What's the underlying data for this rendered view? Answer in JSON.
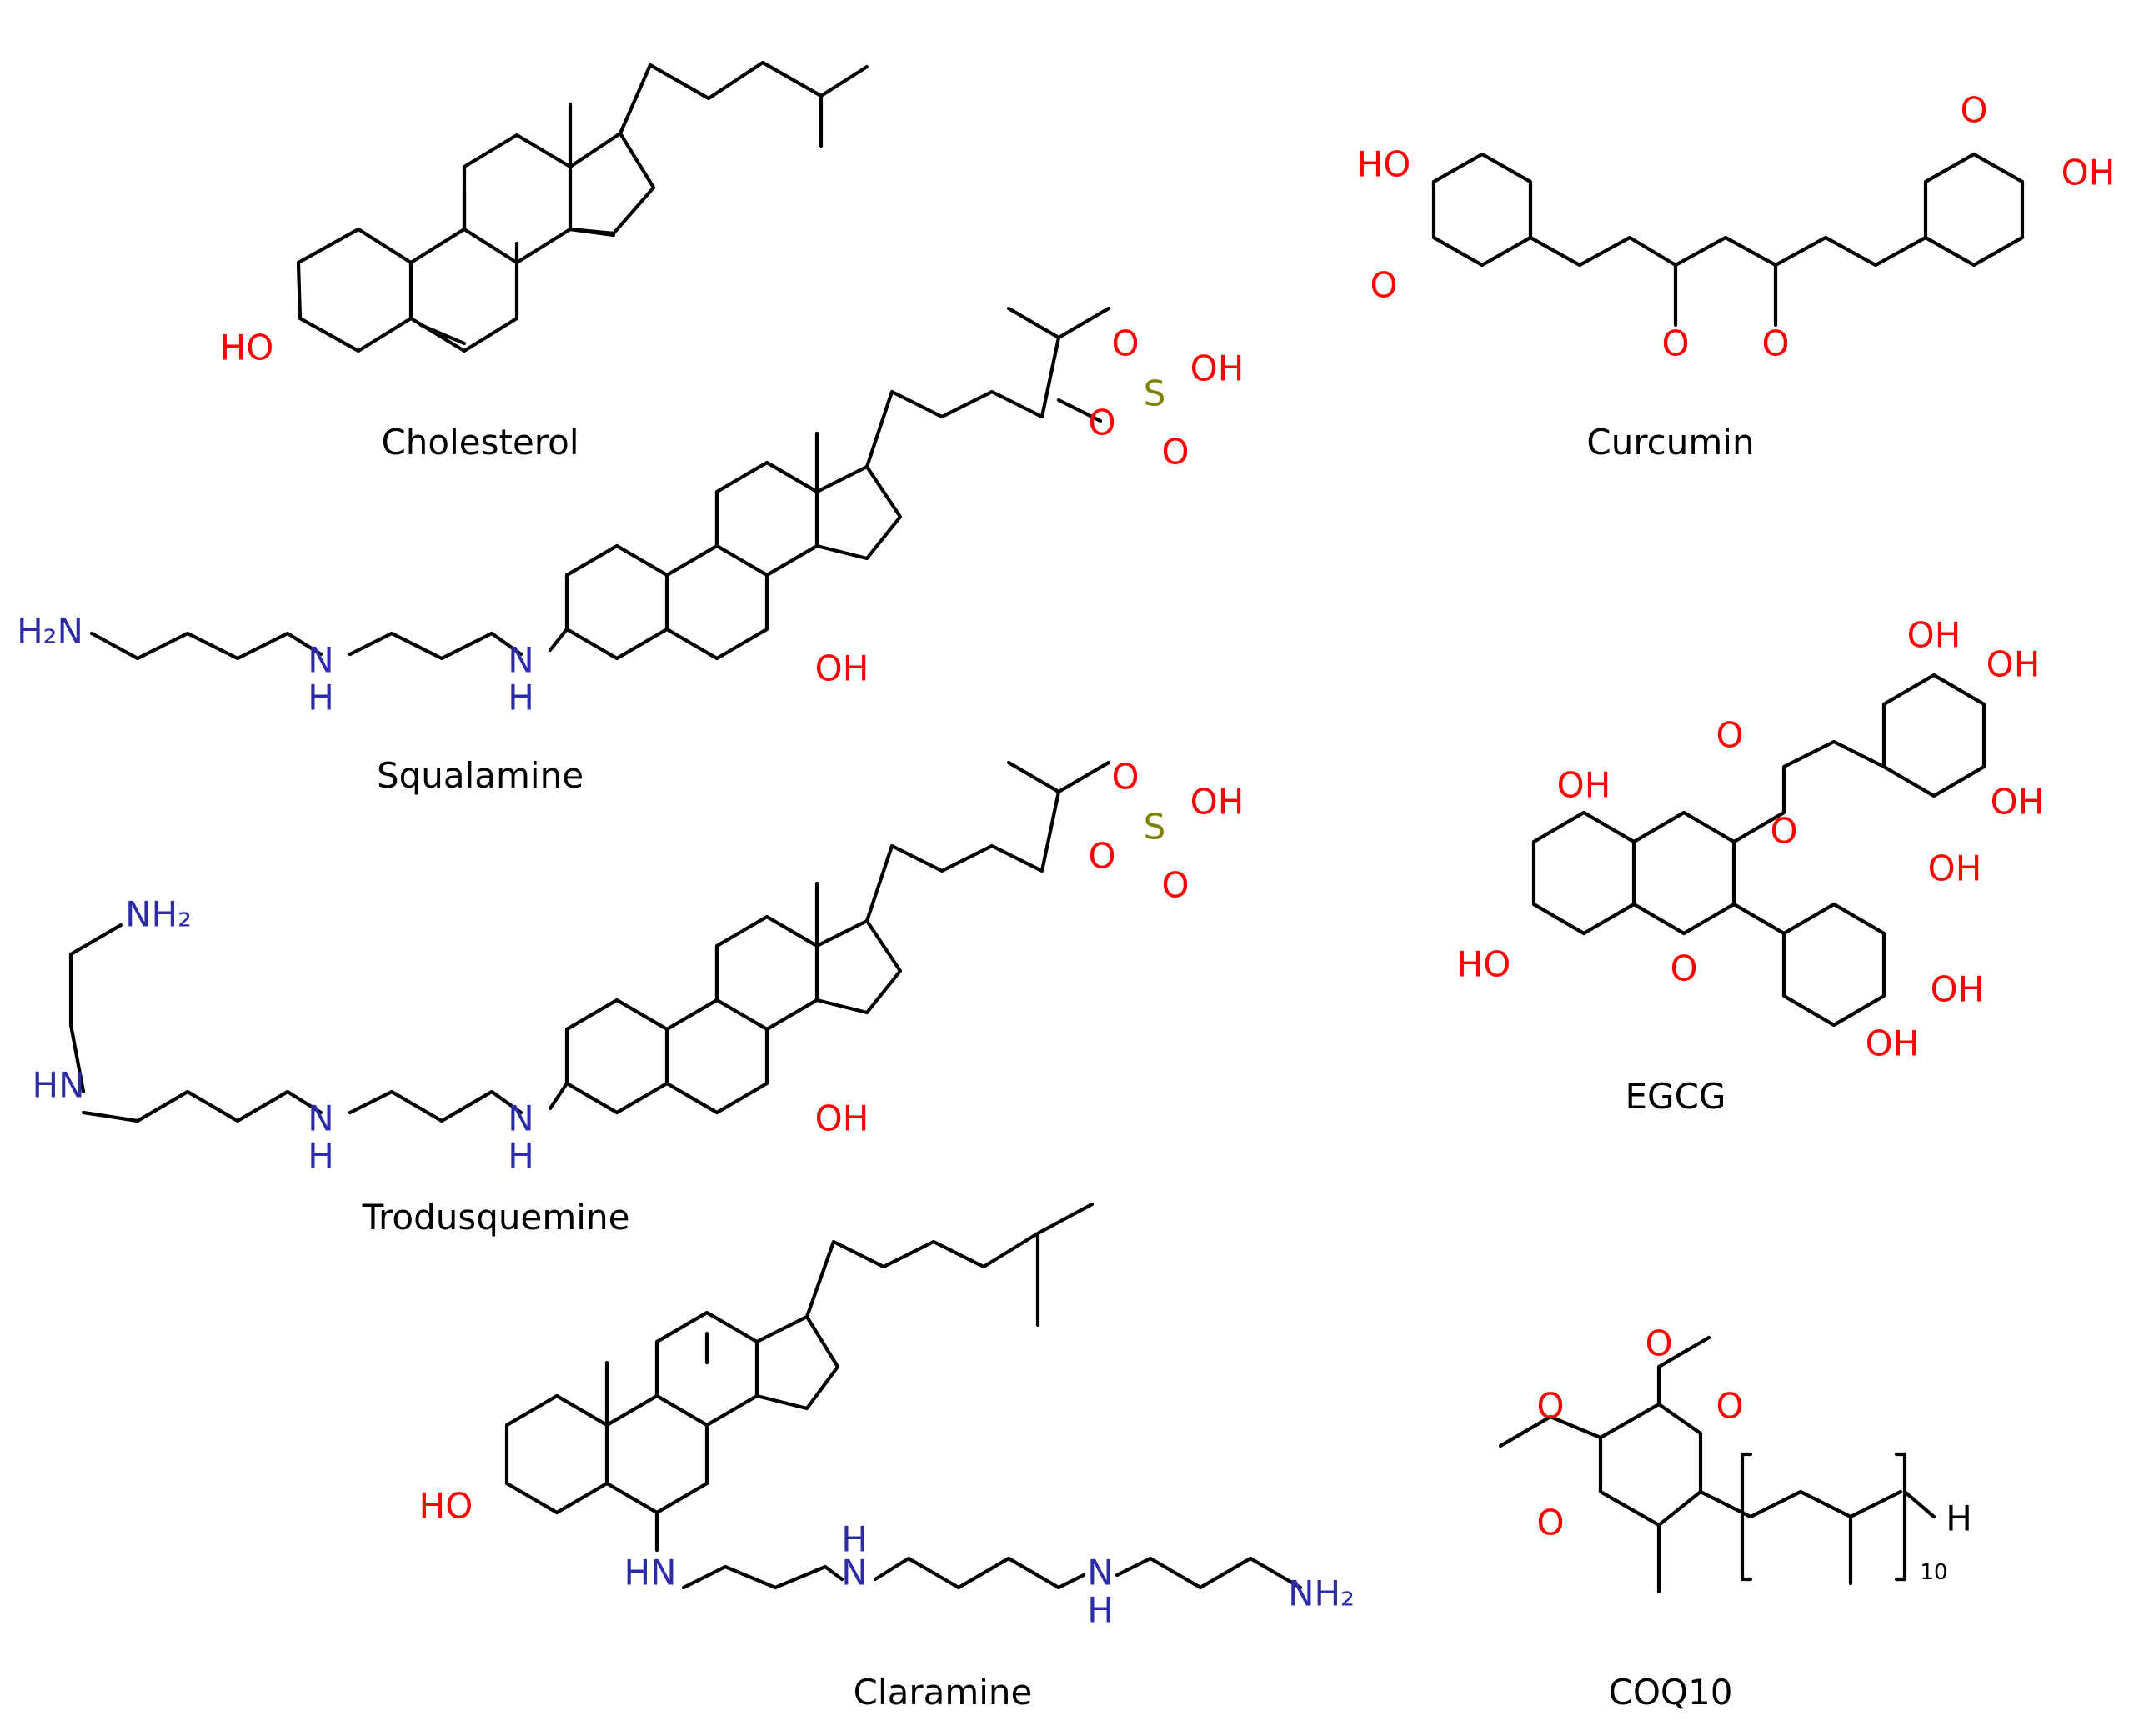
{
  "molecules": [
    {
      "name": "Cholesterol"
    },
    {
      "name": "Curcumin"
    },
    {
      "name": "Squalamine"
    },
    {
      "name": "EGCG"
    },
    {
      "name": "Trodusquemine"
    },
    {
      "name": "Claramine"
    },
    {
      "name": "COQ10"
    }
  ],
  "atom_labels": {
    "hydroxyl": "HO",
    "hydroxyl_right": "OH",
    "oxygen": "O",
    "sulfur": "S",
    "nitrogen": "N",
    "hydrogen": "H",
    "amine_h2n": "H₂N",
    "amine_nh2": "NH₂",
    "amine_hn": "HN",
    "repeat_count": "10"
  },
  "colors": {
    "carbon_bond": "#000000",
    "oxygen": "#ff0000",
    "nitrogen": "#2c2ca8",
    "sulfur": "#808000"
  }
}
